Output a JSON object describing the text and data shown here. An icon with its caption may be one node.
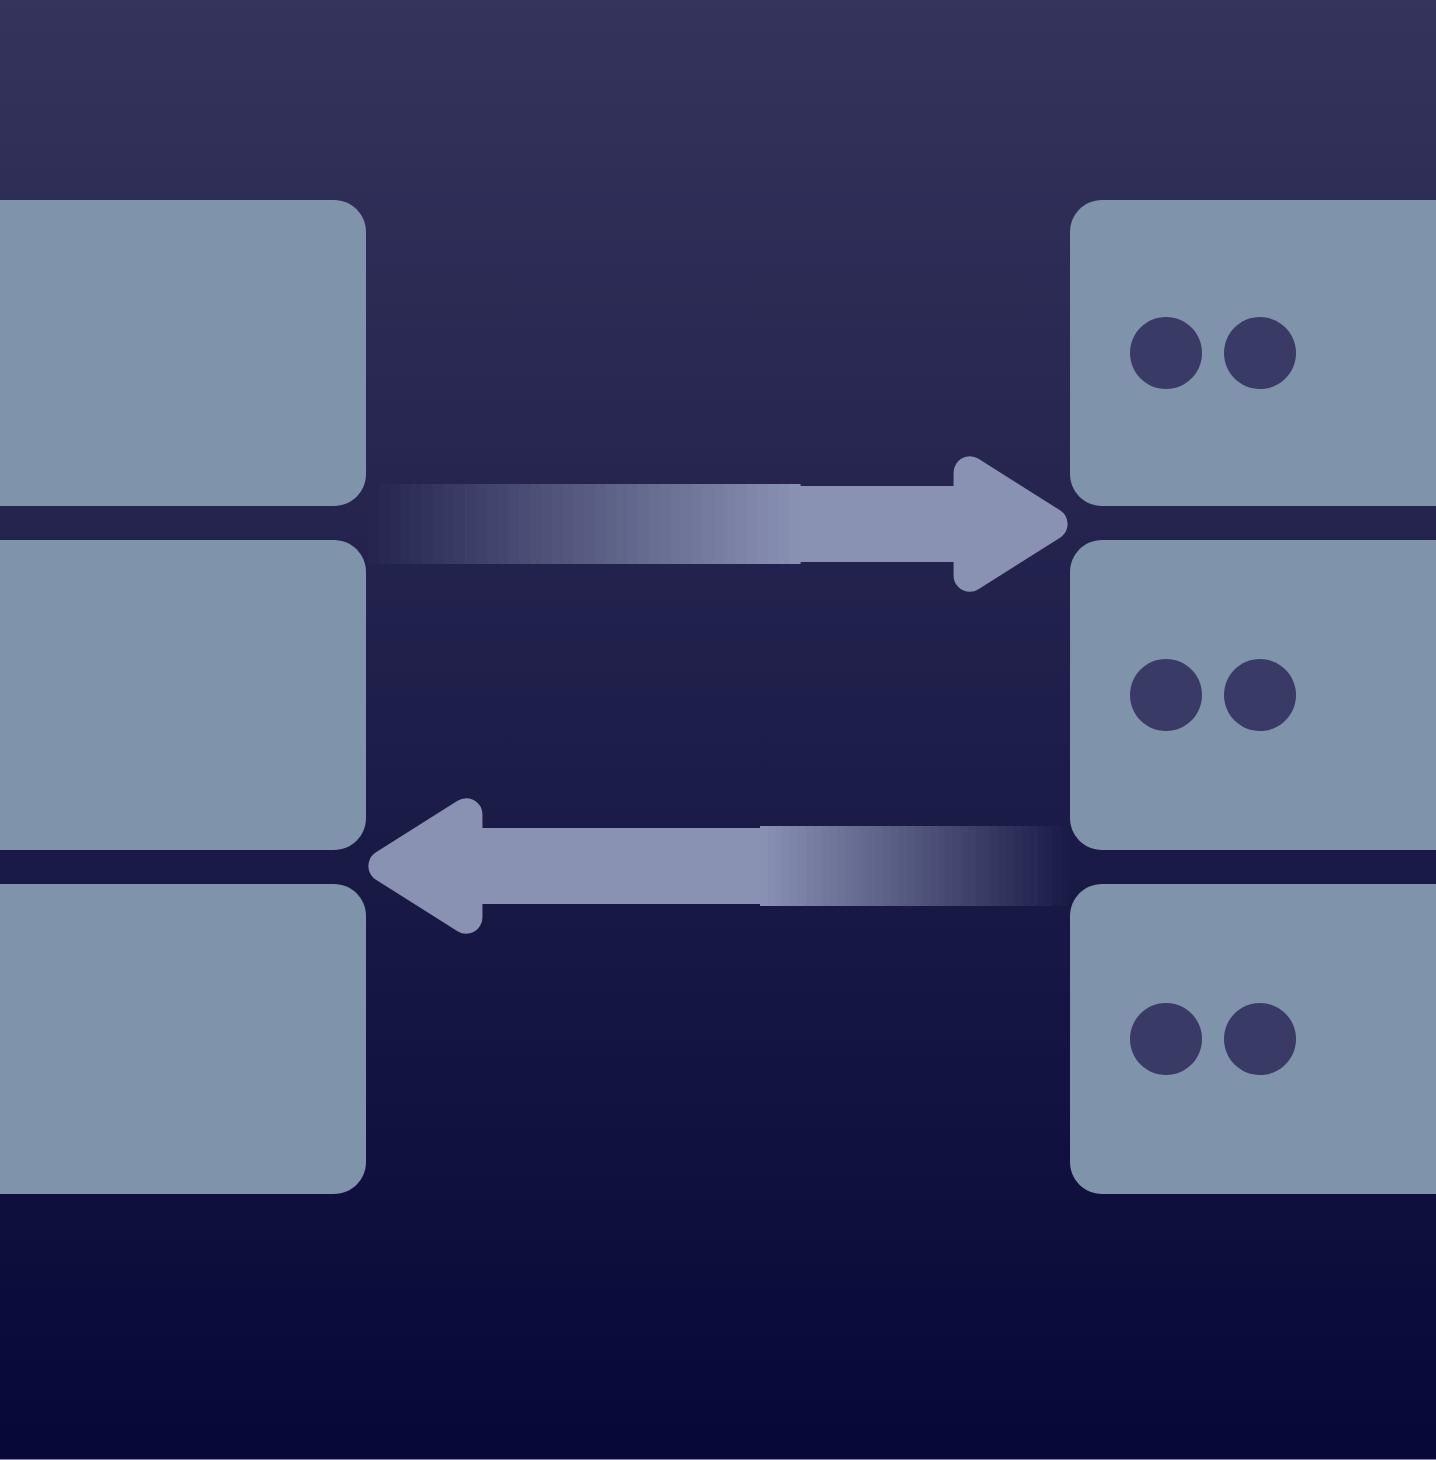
{
  "diagram": {
    "nodes": [
      {
        "text": [],
        "shape": "box"
      },
      {
        "text": [],
        "shape": "server"
      }
    ],
    "edges": [
      {
        "from": 0,
        "to": 1,
        "arrow": "to"
      },
      {
        "from": 1,
        "to": 0,
        "arrow": "to"
      }
    ]
  }
}
